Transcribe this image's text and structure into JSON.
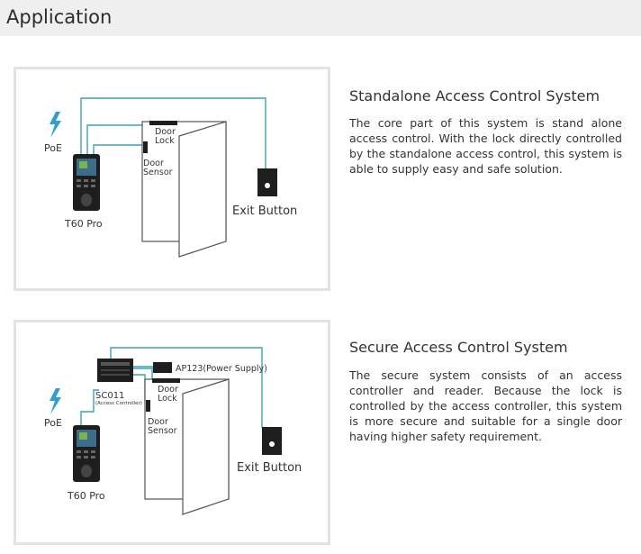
{
  "page": {
    "title": "Application"
  },
  "colors": {
    "wire": "#3fa1b8",
    "poe": "#2e9fd0",
    "panel_border": "#e2e2e2",
    "device": "#1e1e1e"
  },
  "sections": [
    {
      "title": "Standalone Access Control System",
      "body": "The core part of this system is stand alone access control. With the lock directly controlled by the standalone access control, this system is able to supply easy and safe solution.",
      "diagram": {
        "poe": "PoE",
        "device": "T60 Pro",
        "door_lock": [
          "Door",
          "Lock"
        ],
        "door_sensor": [
          "Door",
          "Sensor"
        ],
        "exit_button": "Exit Button"
      }
    },
    {
      "title": "Secure Access Control System",
      "body": "The secure system consists of an access controller and reader. Because the lock is controlled by the access controller, this system is more secure and suitable for a single door having higher safety requirement.",
      "diagram": {
        "controller": "SC011",
        "controller_sub": "(Access Controller)",
        "power": "AP123(Power Supply)",
        "poe": "PoE",
        "device": "T60 Pro",
        "door_lock": [
          "Door",
          "Lock"
        ],
        "door_sensor": [
          "Door",
          "Sensor"
        ],
        "exit_button": "Exit Button"
      }
    }
  ]
}
